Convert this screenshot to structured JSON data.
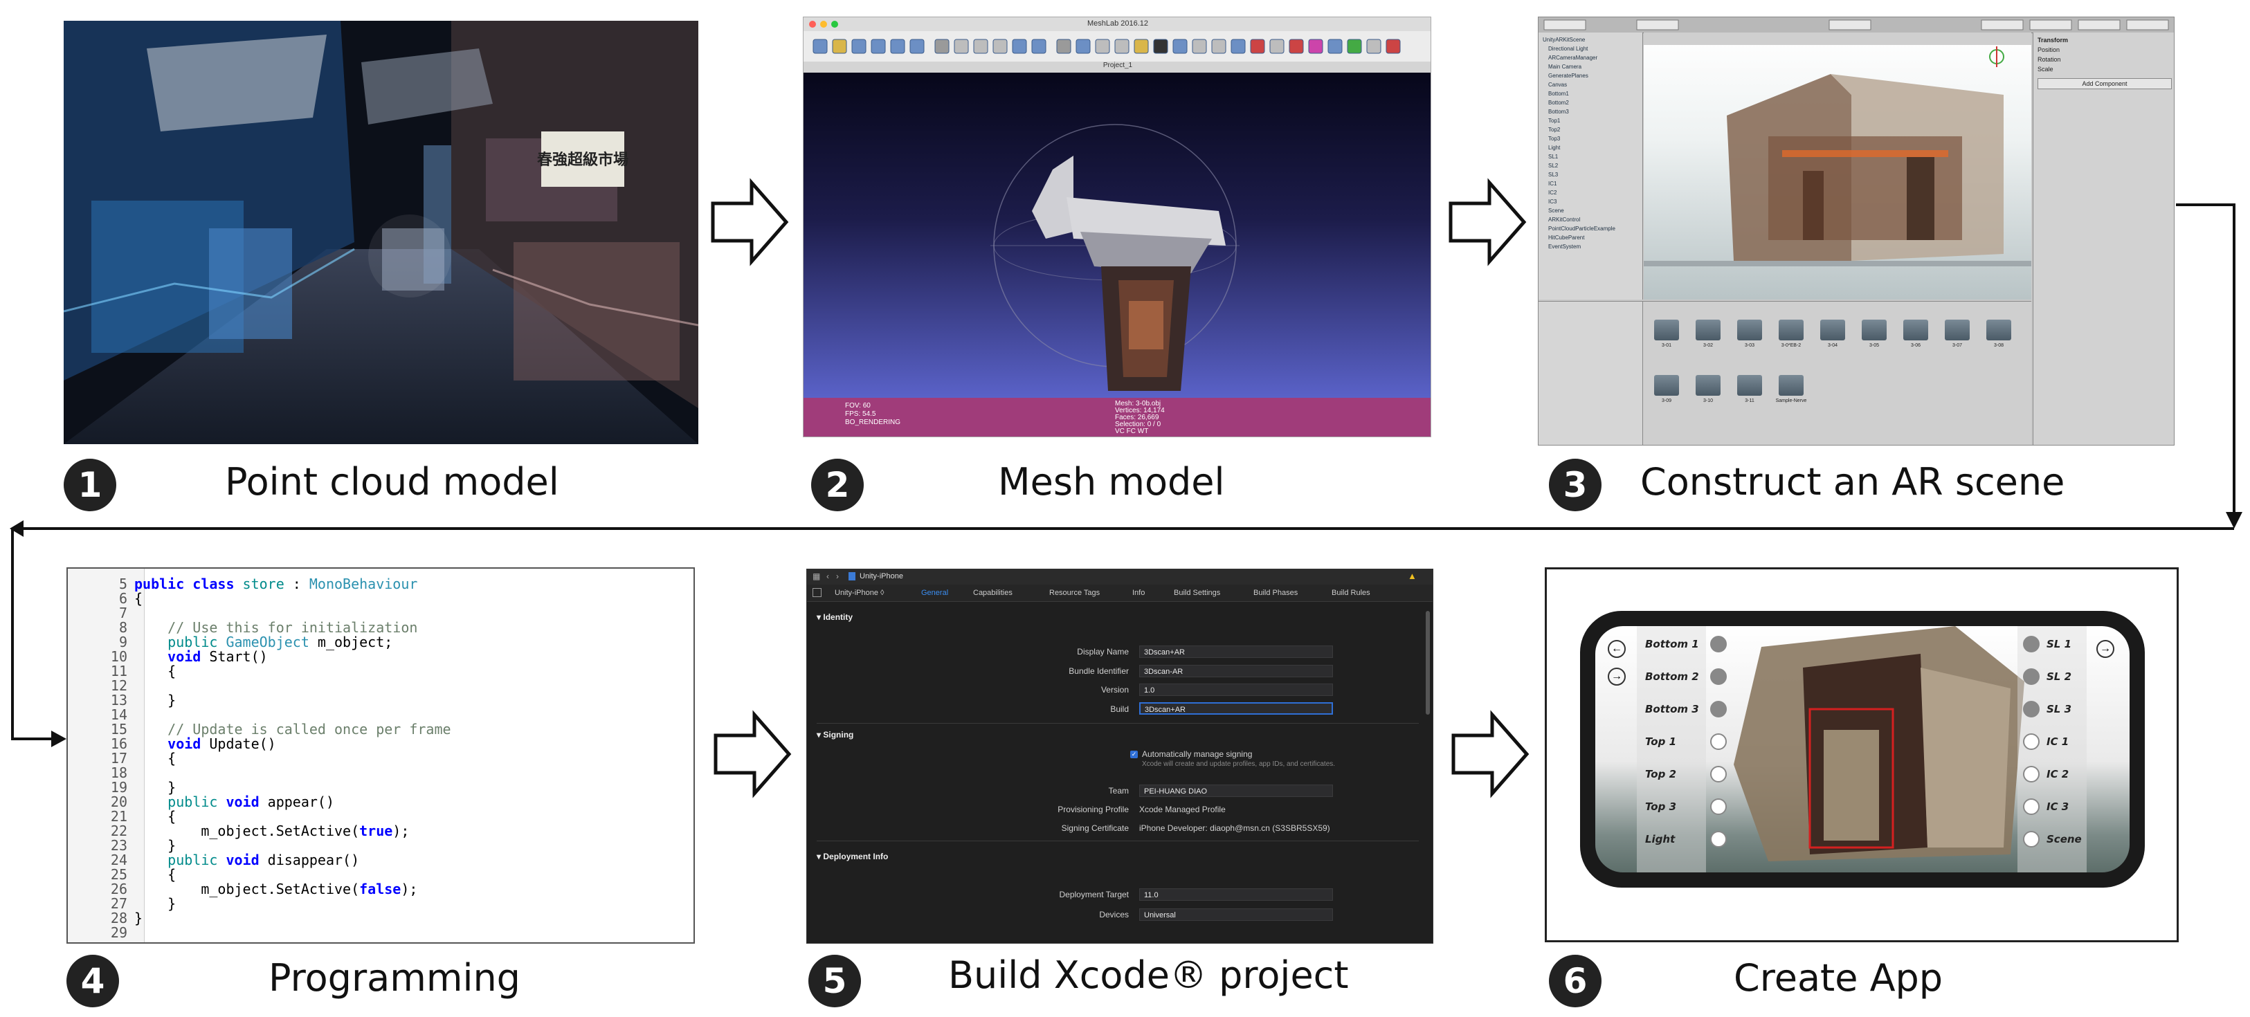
{
  "steps": [
    {
      "number": "1",
      "caption": "Point cloud model"
    },
    {
      "number": "2",
      "caption": "Mesh model"
    },
    {
      "number": "3",
      "caption": "Construct an AR scene"
    },
    {
      "number": "4",
      "caption": "Programming"
    },
    {
      "number": "5",
      "caption": "Build Xcode® project"
    },
    {
      "number": "6",
      "caption": "Create App"
    }
  ],
  "point_cloud": {
    "sign_text": "春強超級市場"
  },
  "meshlab": {
    "window_title": "MeshLab 2016.12",
    "doc_title": "Project_1",
    "status_left": [
      "FOV: 60",
      "FPS:   54.5",
      "BO_RENDERING"
    ],
    "status_right": [
      "Mesh: 3-0b.obj",
      "Vertices: 14,174",
      "Faces: 26,669",
      "Selection: 0 / 0",
      "VC FC WT"
    ]
  },
  "unity": {
    "hierarchy": [
      "UnityARKitScene",
      "Directional Light",
      "ARCameraManager",
      "Main Camera",
      "GeneratePlanes",
      "Canvas",
      "Bottom1",
      "Bottom2",
      "Bottom3",
      "Top1",
      "Top2",
      "Top3",
      "Light",
      "SL1",
      "SL2",
      "SL3",
      "IC1",
      "IC2",
      "IC3",
      "Scene",
      "ARKitControl",
      "PointCloudParticleExample",
      "HitCubeParent",
      "EventSystem"
    ],
    "assets": [
      "3-01",
      "3-02",
      "3-03",
      "3-0*EB-2",
      "3-04",
      "3-05",
      "3-06",
      "3-07",
      "3-08",
      "3-09",
      "3-10",
      "3-11",
      "Sample-Nerve"
    ],
    "inspector": [
      "Transform",
      "Position",
      "Rotation",
      "Scale",
      "Add Component"
    ]
  },
  "code": {
    "lines": [
      {
        "n": "5",
        "segs": [
          [
            "kw",
            "public "
          ],
          [
            "kw",
            "class "
          ],
          [
            "kwc",
            "store"
          ],
          [
            "",
            " : "
          ],
          [
            "ty",
            "MonoBehaviour"
          ]
        ]
      },
      {
        "n": "6",
        "segs": [
          [
            "",
            "{"
          ]
        ]
      },
      {
        "n": "7",
        "segs": [
          [
            "",
            ""
          ]
        ]
      },
      {
        "n": "8",
        "segs": [
          [
            "cm",
            "    // Use this for initialization"
          ]
        ]
      },
      {
        "n": "9",
        "segs": [
          [
            "kwc",
            "    public "
          ],
          [
            "ty",
            "GameObject"
          ],
          [
            "",
            " m_object;"
          ]
        ]
      },
      {
        "n": "10",
        "segs": [
          [
            "kw",
            "    void "
          ],
          [
            "",
            "Start()"
          ]
        ]
      },
      {
        "n": "11",
        "segs": [
          [
            "",
            "    {"
          ]
        ]
      },
      {
        "n": "12",
        "segs": [
          [
            "",
            ""
          ]
        ]
      },
      {
        "n": "13",
        "segs": [
          [
            "",
            "    }"
          ]
        ]
      },
      {
        "n": "14",
        "segs": [
          [
            "",
            ""
          ]
        ]
      },
      {
        "n": "15",
        "segs": [
          [
            "cm",
            "    // Update is called once per frame"
          ]
        ]
      },
      {
        "n": "16",
        "segs": [
          [
            "kw",
            "    void "
          ],
          [
            "",
            "Update()"
          ]
        ]
      },
      {
        "n": "17",
        "segs": [
          [
            "",
            "    {"
          ]
        ]
      },
      {
        "n": "18",
        "segs": [
          [
            "",
            ""
          ]
        ]
      },
      {
        "n": "19",
        "segs": [
          [
            "",
            "    }"
          ]
        ]
      },
      {
        "n": "20",
        "segs": [
          [
            "kwc",
            "    public "
          ],
          [
            "kw",
            "void "
          ],
          [
            "",
            "appear()"
          ]
        ]
      },
      {
        "n": "21",
        "segs": [
          [
            "",
            "    {"
          ]
        ]
      },
      {
        "n": "22",
        "segs": [
          [
            "",
            "        m_object.SetActive("
          ],
          [
            "kw",
            "true"
          ],
          [
            "",
            ");"
          ]
        ]
      },
      {
        "n": "23",
        "segs": [
          [
            "",
            "    }"
          ]
        ]
      },
      {
        "n": "24",
        "segs": [
          [
            "kwc",
            "    public "
          ],
          [
            "kw",
            "void "
          ],
          [
            "",
            "disappear()"
          ]
        ]
      },
      {
        "n": "25",
        "segs": [
          [
            "",
            "    {"
          ]
        ]
      },
      {
        "n": "26",
        "segs": [
          [
            "",
            "        m_object.SetActive("
          ],
          [
            "kw",
            "false"
          ],
          [
            "",
            ");"
          ]
        ]
      },
      {
        "n": "27",
        "segs": [
          [
            "",
            "    }"
          ]
        ]
      },
      {
        "n": "28",
        "segs": [
          [
            "",
            "}"
          ]
        ]
      },
      {
        "n": "29",
        "segs": [
          [
            "",
            ""
          ]
        ]
      }
    ]
  },
  "xcode": {
    "breadcrumb": "Unity-iPhone",
    "target": "Unity-iPhone ◊",
    "tabs": [
      "General",
      "Capabilities",
      "Resource Tags",
      "Info",
      "Build Settings",
      "Build Phases",
      "Build Rules"
    ],
    "identity": {
      "title": "Identity",
      "display_name_label": "Display Name",
      "display_name": "3Dscan+AR",
      "bundle_label": "Bundle Identifier",
      "bundle": "3Dscan-AR",
      "version_label": "Version",
      "version": "1.0",
      "build_label": "Build",
      "build": "3Dscan+AR"
    },
    "signing": {
      "title": "Signing",
      "auto_label": "Automatically manage signing",
      "auto_note": "Xcode will create and update profiles, app IDs, and certificates.",
      "team_label": "Team",
      "team": "PEI-HUANG DIAO",
      "profile_label": "Provisioning Profile",
      "profile": "Xcode Managed Profile",
      "cert_label": "Signing Certificate",
      "cert": "iPhone Developer: diaoph@msn.cn (S3SBR5SX59)"
    },
    "deployment": {
      "title": "Deployment Info",
      "target_label": "Deployment Target",
      "target": "11.0",
      "devices_label": "Devices",
      "devices": "Universal"
    }
  },
  "app": {
    "left_labels": [
      "Bottom 1",
      "Bottom 2",
      "Bottom 3",
      "Top 1",
      "Top 2",
      "Top 3",
      "Light"
    ],
    "right_labels": [
      "SL 1",
      "SL 2",
      "SL 3",
      "IC 1",
      "IC 2",
      "IC 3",
      "Scene"
    ]
  },
  "colors": {
    "badge": "#222222",
    "mesh_bg_top": "#0a0a1e",
    "mesh_bg_bottom": "#5a62c8",
    "mesh_status": "#a03c7a",
    "code_keyword": "#0000ff",
    "xcode_bg": "#1f1f1f",
    "accent": "#2f6fd6"
  }
}
